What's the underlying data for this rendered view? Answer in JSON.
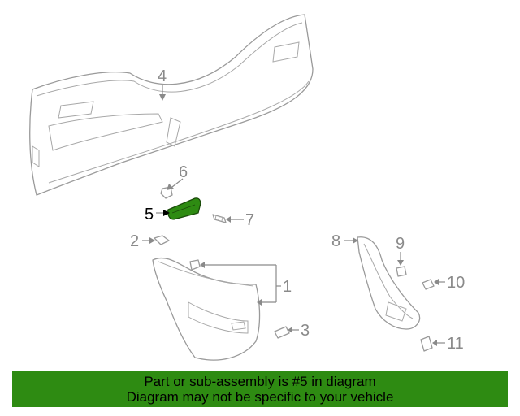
{
  "diagram": {
    "callouts": {
      "c1": "1",
      "c2": "2",
      "c3": "3",
      "c4": "4",
      "c5": "5",
      "c6": "6",
      "c7": "7",
      "c8": "8",
      "c9": "9",
      "c10": "10",
      "c11": "11"
    },
    "highlight_color": "#2e8b12",
    "highlighted_part": "5"
  },
  "banner": {
    "line1": "Part or sub-assembly is #5 in diagram",
    "line2": "Diagram may not be specific to your vehicle",
    "background": "#2e8b12"
  }
}
